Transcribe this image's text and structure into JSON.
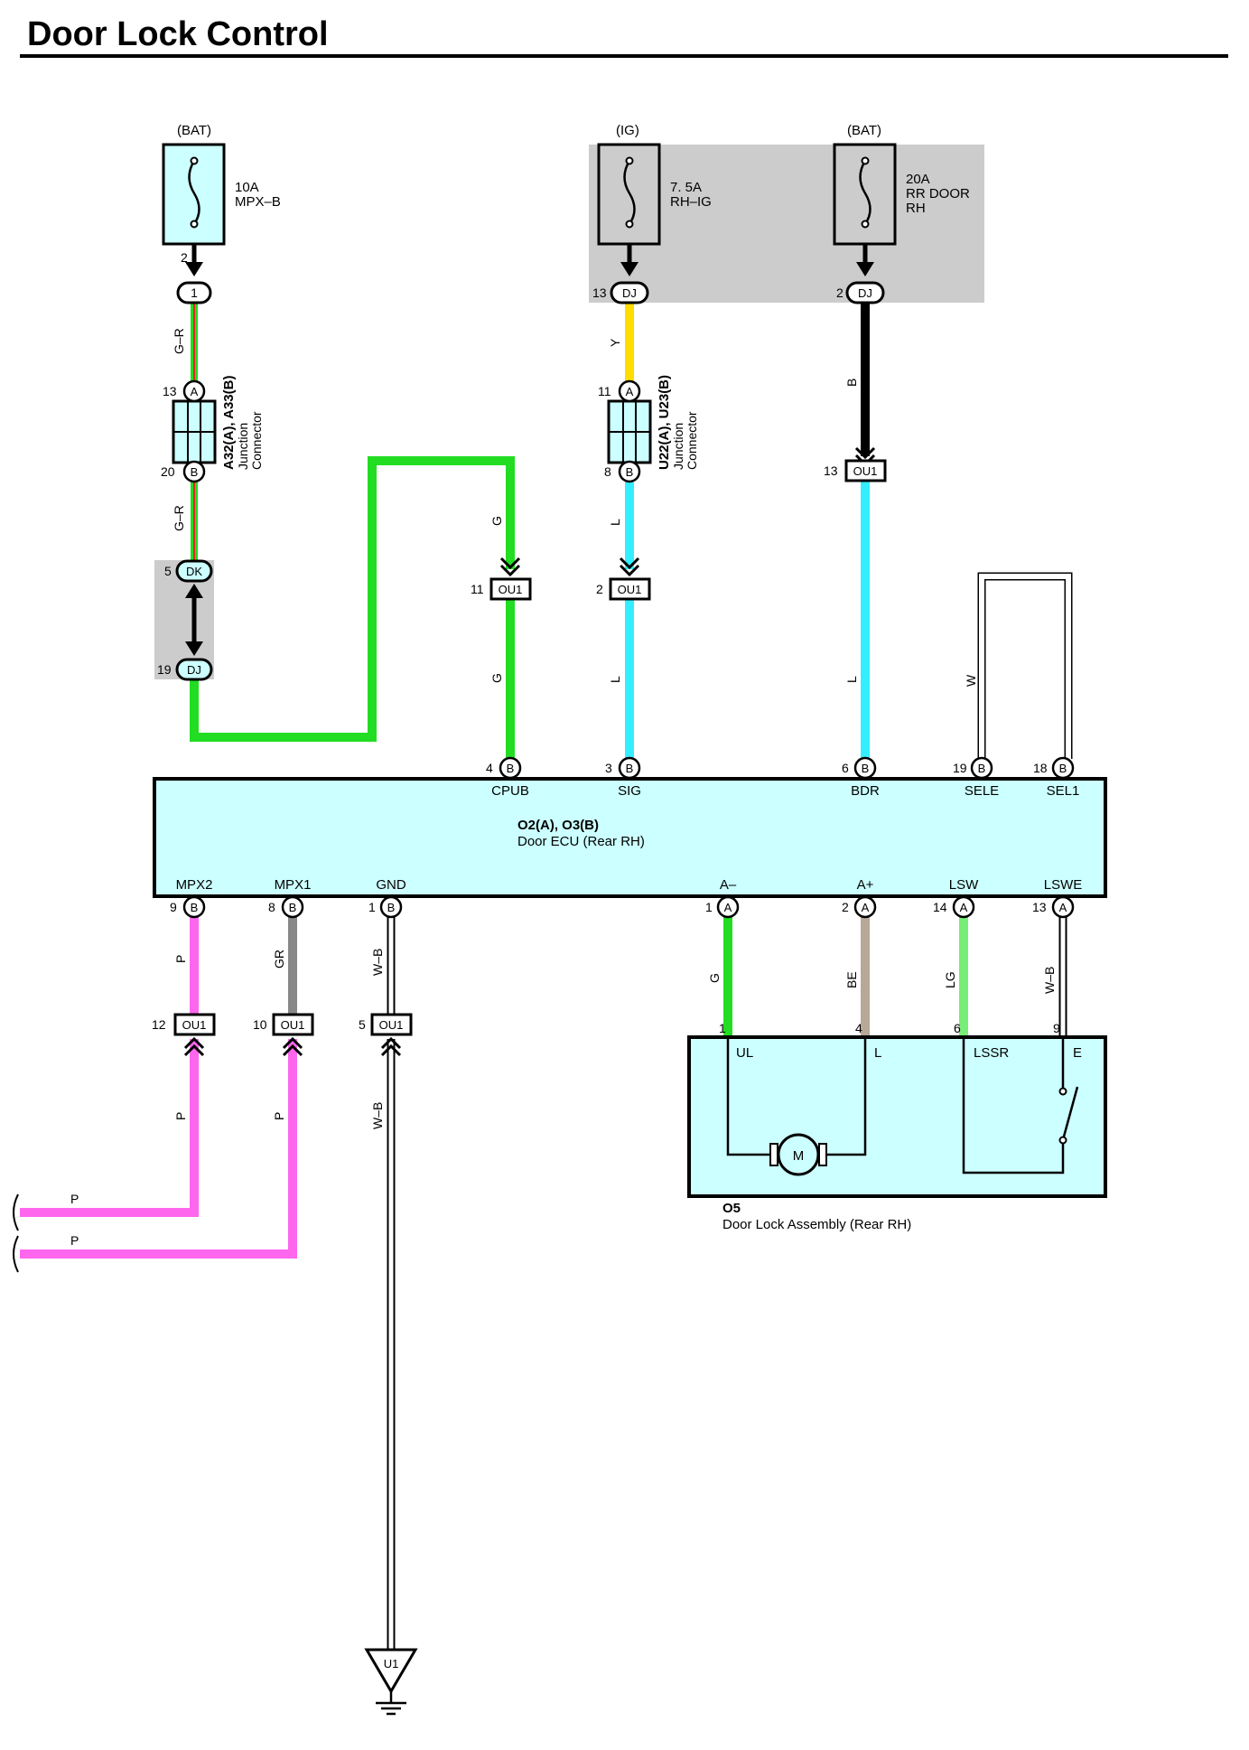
{
  "title": "Door Lock Control",
  "fuses": [
    {
      "source": "(BAT)",
      "rating": "10A",
      "name": "MPX–B",
      "name2": ""
    },
    {
      "source": "(IG)",
      "rating": "7. 5A",
      "name": "RH–IG",
      "name2": ""
    },
    {
      "source": "(BAT)",
      "rating": "20A",
      "name": "RR DOOR",
      "name2": "RH"
    }
  ],
  "junction_connectors": [
    {
      "code": "A32(A), A33(B)",
      "line1": "Junction",
      "line2": "Connector"
    },
    {
      "code": "U22(A), U23(B)",
      "line1": "Junction",
      "line2": "Connector"
    }
  ],
  "ecu": {
    "code": "O2(A), O3(B)",
    "name": "Door ECU (Rear RH)",
    "top_terminals": [
      {
        "pin": "4",
        "conn": "B",
        "name": "CPUB"
      },
      {
        "pin": "3",
        "conn": "B",
        "name": "SIG"
      },
      {
        "pin": "6",
        "conn": "B",
        "name": "BDR"
      },
      {
        "pin": "19",
        "conn": "B",
        "name": "SELE"
      },
      {
        "pin": "18",
        "conn": "B",
        "name": "SEL1"
      }
    ],
    "bottom_terminals": [
      {
        "pin": "9",
        "conn": "B",
        "name": "MPX2"
      },
      {
        "pin": "8",
        "conn": "B",
        "name": "MPX1"
      },
      {
        "pin": "1",
        "conn": "B",
        "name": "GND"
      },
      {
        "pin": "1",
        "conn": "A",
        "name": "A–"
      },
      {
        "pin": "2",
        "conn": "A",
        "name": "A+"
      },
      {
        "pin": "14",
        "conn": "A",
        "name": "LSW"
      },
      {
        "pin": "13",
        "conn": "A",
        "name": "LSWE"
      }
    ]
  },
  "door_lock": {
    "code": "O5",
    "name": "Door Lock Assembly (Rear RH)",
    "motor": "M",
    "terminals": [
      {
        "pin": "1",
        "name": "UL"
      },
      {
        "pin": "4",
        "name": "L"
      },
      {
        "pin": "6",
        "name": "LSSR"
      },
      {
        "pin": "9",
        "name": "E"
      }
    ]
  },
  "ground": {
    "code": "U1"
  },
  "pins": {
    "fuse1_out": "2",
    "c1_pin": "1",
    "jA_top_pin": "13",
    "jA_top_conn": "A",
    "jA_bot_pin": "20",
    "jA_bot_conn": "B",
    "dk_pin": "5",
    "dk_conn": "DK",
    "dj19_pin": "19",
    "dj19_conn": "DJ",
    "ou1_11_pin": "11",
    "ou1_11_conn": "OU1",
    "dj13_pin": "13",
    "dj13_conn": "DJ",
    "jU_top_pin": "11",
    "jU_top_conn": "A",
    "jU_bot_pin": "8",
    "jU_bot_conn": "B",
    "ou1_2_pin": "2",
    "ou1_2_conn": "OU1",
    "dj2_pin": "2",
    "dj2_conn": "DJ",
    "ou1_13_pin": "13",
    "ou1_13_conn": "OU1",
    "ou1_12_pin": "12",
    "ou1_12_conn": "OU1",
    "ou1_10_pin": "10",
    "ou1_10_conn": "OU1",
    "ou1_5_pin": "5",
    "ou1_5_conn": "OU1"
  },
  "wire_labels": {
    "gr1": "G–R",
    "gr2": "G–R",
    "g1": "G",
    "g2": "G",
    "y": "Y",
    "l1": "L",
    "l2": "L",
    "b": "B",
    "l3": "L",
    "w": "W",
    "p1": "P",
    "gr": "GR",
    "wb1": "W–B",
    "g3": "G",
    "be": "BE",
    "lg": "LG",
    "wb2": "W–B",
    "p2": "P",
    "p3": "P",
    "wb3": "W–B",
    "p4": "P",
    "p5": "P"
  },
  "wire_colors": {
    "G": "#22dd22",
    "R": "#ee2222",
    "Y": "#ffdd00",
    "L": "#33eeff",
    "B": "#000000",
    "W": "#ffffff",
    "P": "#ff66ee",
    "GR": "#888888",
    "BE": "#b8a898",
    "LG": "#77ee77"
  },
  "component_fill": "#ccffff",
  "shade_fill": "#cccccc"
}
